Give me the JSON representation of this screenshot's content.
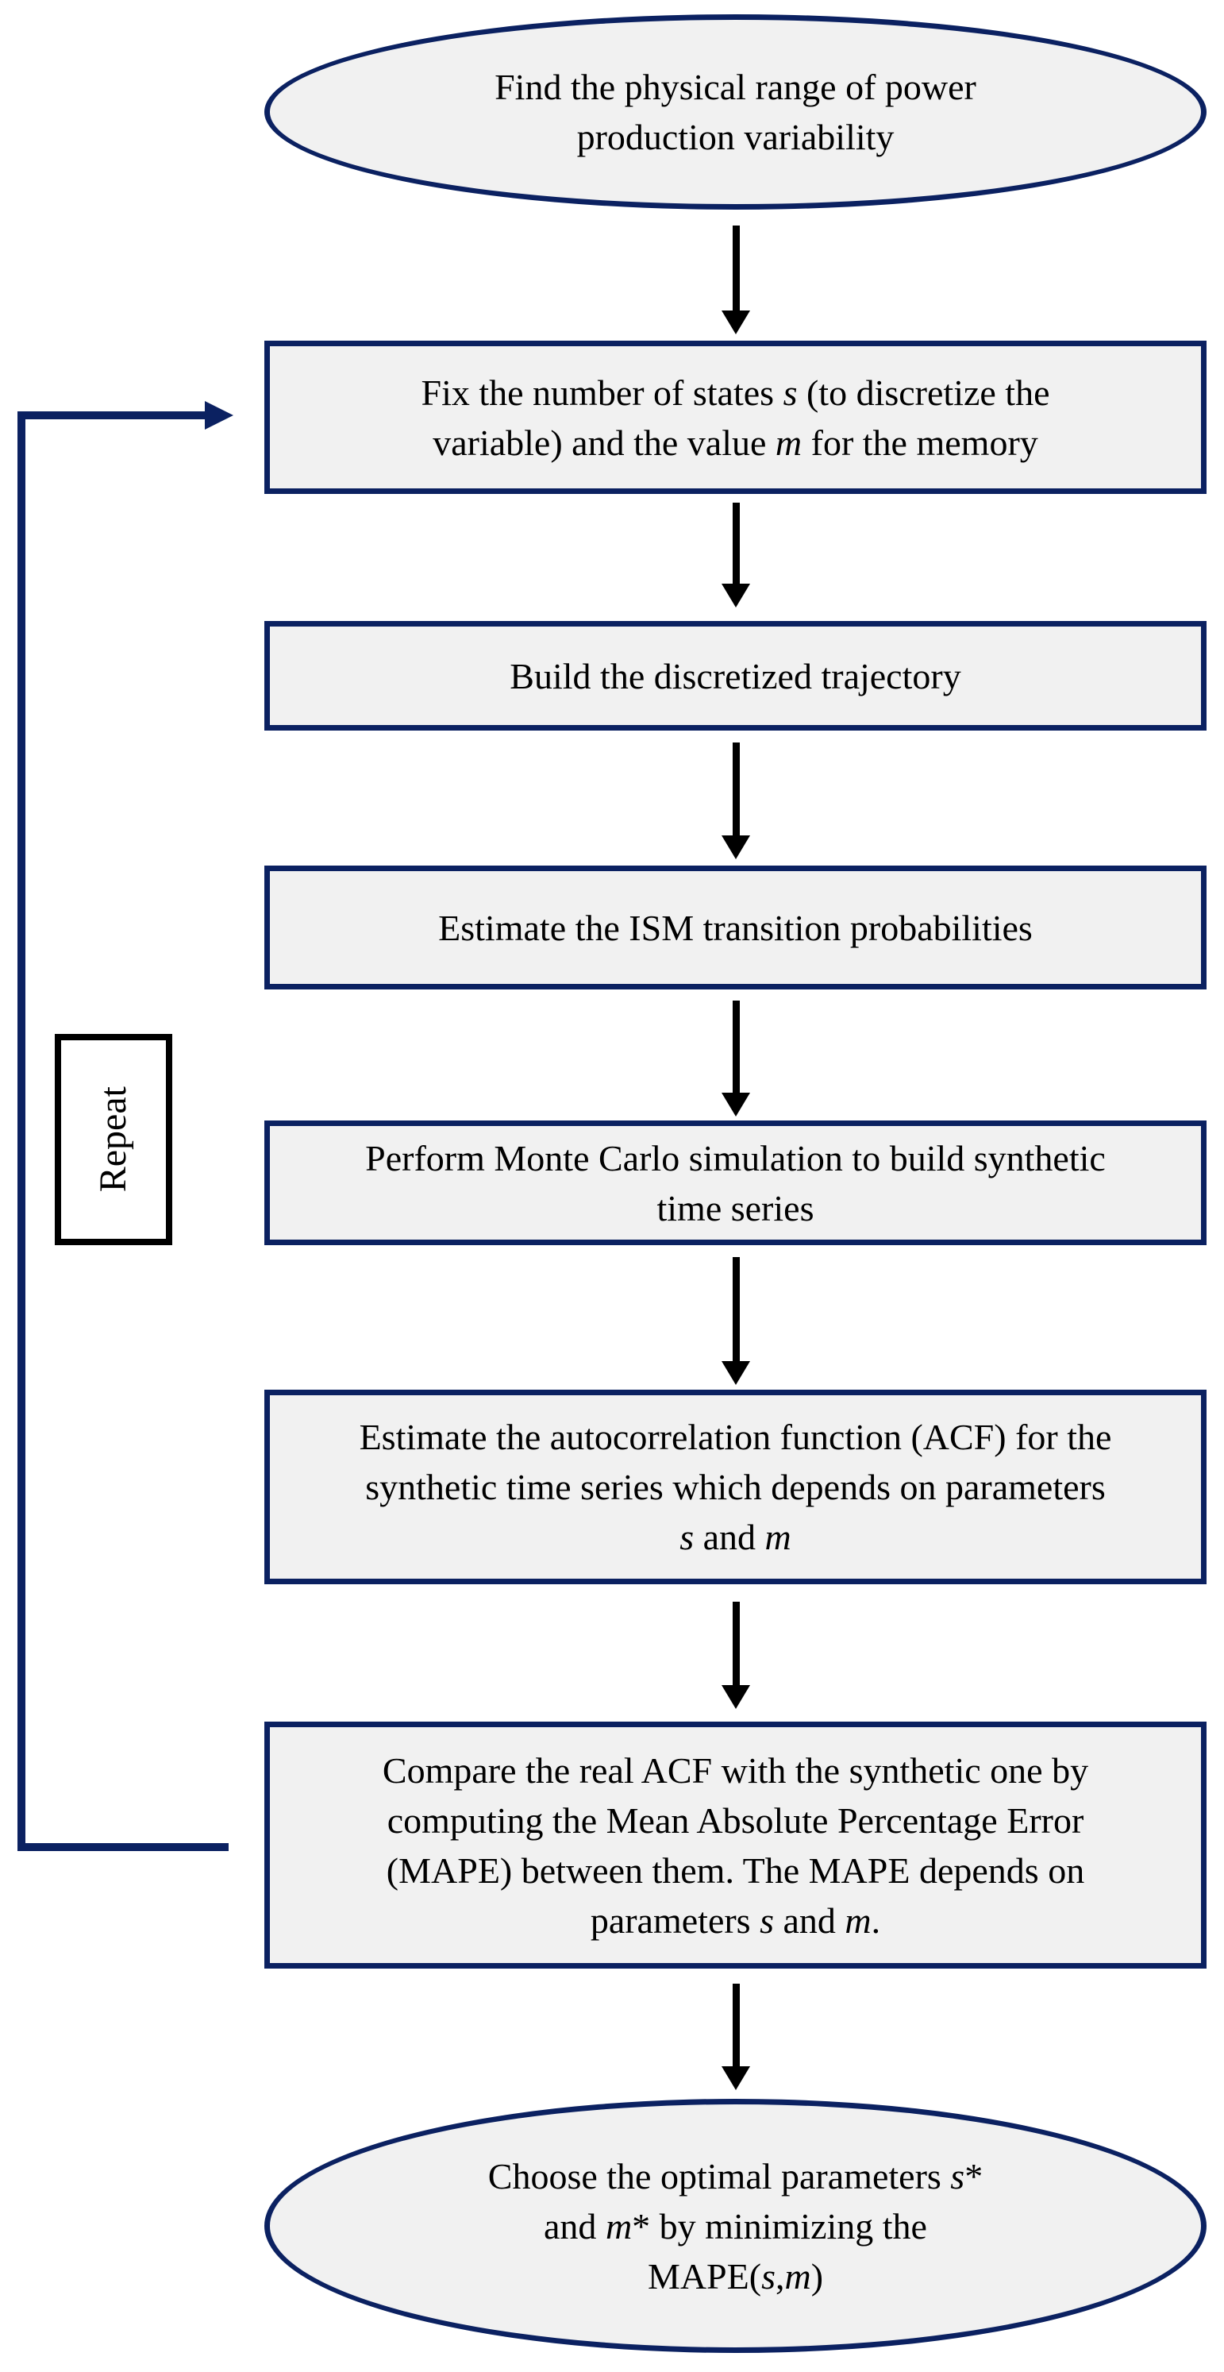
{
  "diagram": {
    "type": "flowchart",
    "colors": {
      "shape_border": "#0b2161",
      "shape_fill": "#f1f1f1",
      "loop_connector": "#0b2161",
      "flow_arrow": "#000000",
      "repeat_box_border": "#000000",
      "text": "#000000",
      "background": "#ffffff"
    },
    "loop_label": {
      "text": "Repeat"
    },
    "nodes": [
      {
        "id": "start",
        "shape": "ellipse",
        "segments": [
          {
            "t": "Find the physical range of power"
          },
          {
            "br": true
          },
          {
            "t": "production variability"
          }
        ]
      },
      {
        "id": "fix-states",
        "shape": "rect",
        "segments": [
          {
            "t": "Fix the number of states "
          },
          {
            "t": "s",
            "i": true
          },
          {
            "t": " (to discretize the"
          },
          {
            "br": true
          },
          {
            "t": "variable) and the value "
          },
          {
            "t": "m",
            "i": true
          },
          {
            "t": " for the memory"
          }
        ]
      },
      {
        "id": "build-trajectory",
        "shape": "rect",
        "segments": [
          {
            "t": "Build the discretized trajectory"
          }
        ]
      },
      {
        "id": "estimate-ism",
        "shape": "rect",
        "segments": [
          {
            "t": "Estimate the ISM transition probabilities"
          }
        ]
      },
      {
        "id": "monte-carlo",
        "shape": "rect",
        "segments": [
          {
            "t": "Perform Monte Carlo simulation to build synthetic"
          },
          {
            "br": true
          },
          {
            "t": "time series"
          }
        ]
      },
      {
        "id": "estimate-acf",
        "shape": "rect",
        "segments": [
          {
            "t": "Estimate the autocorrelation function (ACF) for the"
          },
          {
            "br": true
          },
          {
            "t": "synthetic time series which depends on parameters"
          },
          {
            "br": true
          },
          {
            "t": "s",
            "i": true
          },
          {
            "t": " and "
          },
          {
            "t": "m",
            "i": true
          }
        ]
      },
      {
        "id": "compare-mape",
        "shape": "rect",
        "segments": [
          {
            "t": "Compare the real ACF with the synthetic one by"
          },
          {
            "br": true
          },
          {
            "t": "computing the Mean Absolute Percentage Error"
          },
          {
            "br": true
          },
          {
            "t": "(MAPE) between them. The MAPE depends on"
          },
          {
            "br": true
          },
          {
            "t": "parameters "
          },
          {
            "t": "s",
            "i": true
          },
          {
            "t": " and "
          },
          {
            "t": "m",
            "i": true
          },
          {
            "t": "."
          }
        ]
      },
      {
        "id": "choose-optimal",
        "shape": "ellipse",
        "segments": [
          {
            "t": "Choose the optimal parameters "
          },
          {
            "t": "s",
            "i": true
          },
          {
            "t": "*"
          },
          {
            "br": true
          },
          {
            "t": "and "
          },
          {
            "t": "m",
            "i": true
          },
          {
            "t": "* by minimizing the"
          },
          {
            "br": true
          },
          {
            "t": "MAPE("
          },
          {
            "t": "s",
            "i": true
          },
          {
            "t": ","
          },
          {
            "t": "m",
            "i": true
          },
          {
            "t": ")"
          }
        ]
      }
    ]
  }
}
